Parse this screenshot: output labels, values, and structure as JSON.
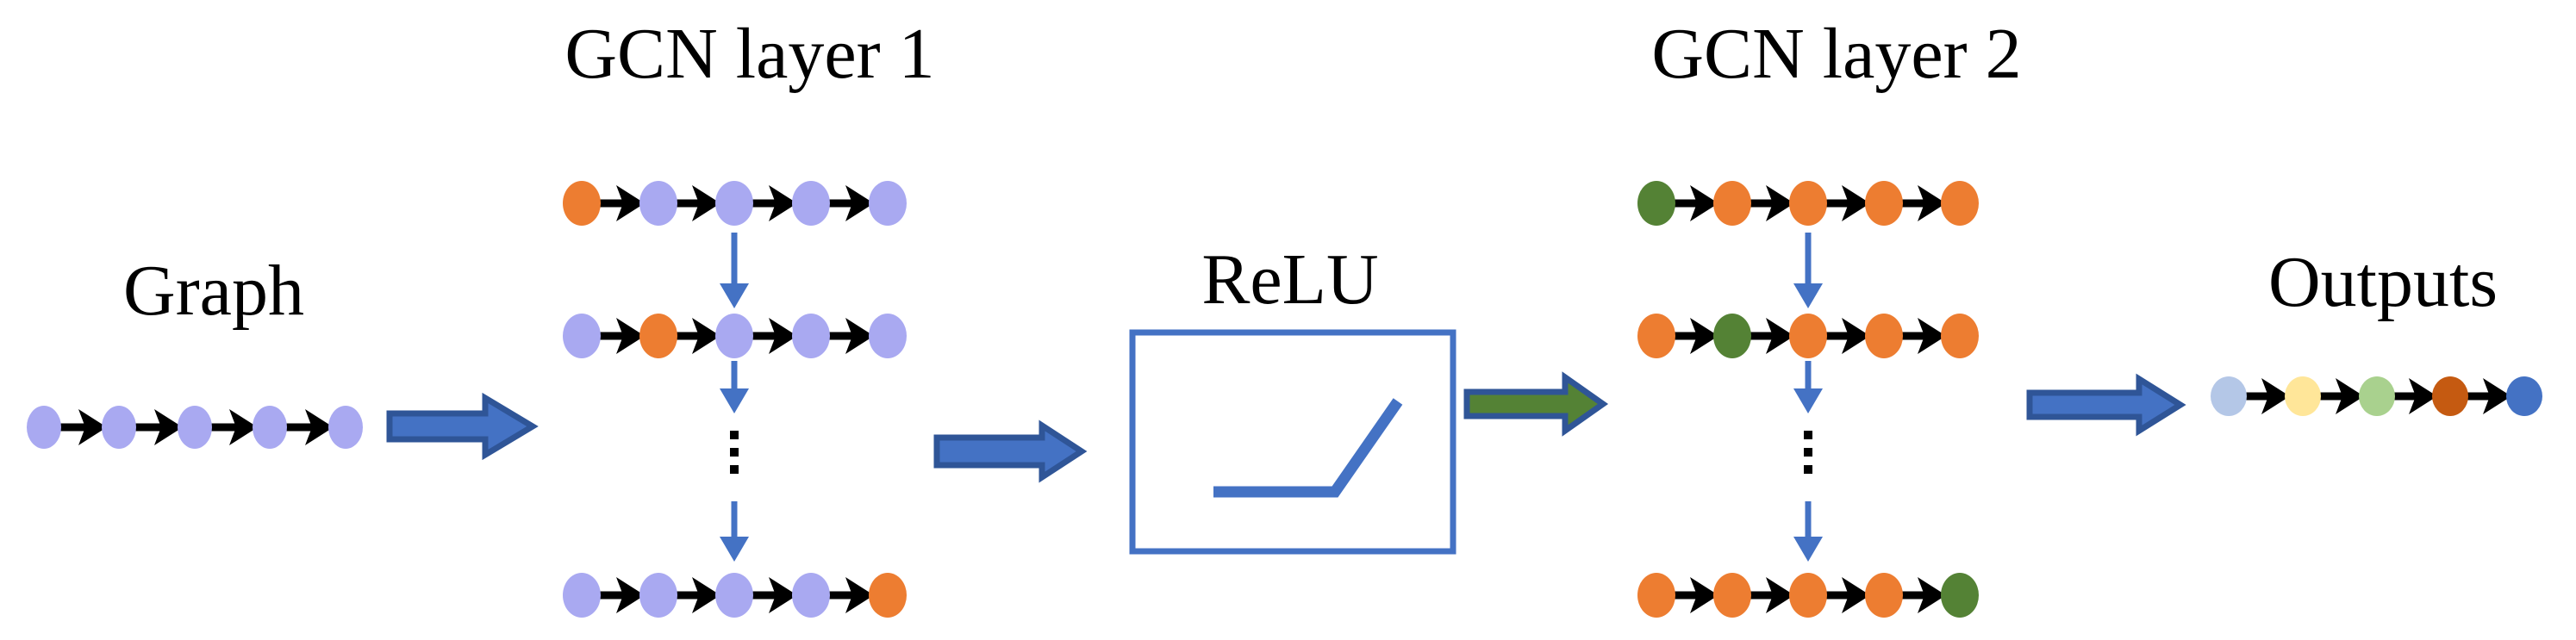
{
  "figure": {
    "description_visible_text_only": "",
    "labels": {
      "graph": "Graph",
      "gcn_layer_1": "GCN layer 1",
      "relu": "ReLU",
      "gcn_layer_2": "GCN layer 2",
      "outputs": "Outputs"
    }
  },
  "labels": {
    "graph": "Graph",
    "gcn_layer_1": "GCN layer 1",
    "relu": "ReLU",
    "gcn_layer_2": "GCN layer 2",
    "outputs": "Outputs"
  },
  "colors": {
    "lavender": "#a9a9f1",
    "orange": "#ed7d31",
    "green": "#548235",
    "connector_black": "#000000",
    "vertical_arrow_blue": "#4472c4",
    "arrow_blue_fill": "#4472c4",
    "arrow_blue_border": "#2f5597",
    "arrow_green_fill": "#548235",
    "relu_box_border": "#4472c4",
    "relu_curve": "#4472c4",
    "ellipsis_dot": "#000000",
    "out_blue_light": "#b4c7e7",
    "out_yellow": "#ffe699",
    "out_green_light": "#a9d18e",
    "out_rust": "#c55a11",
    "out_blue": "#4472c4"
  },
  "diagram": {
    "input_chain": [
      "lavender",
      "lavender",
      "lavender",
      "lavender",
      "lavender"
    ],
    "layer1_rows": [
      [
        "orange",
        "lavender",
        "lavender",
        "lavender",
        "lavender"
      ],
      [
        "lavender",
        "orange",
        "lavender",
        "lavender",
        "lavender"
      ],
      [
        "lavender",
        "lavender",
        "lavender",
        "lavender",
        "orange"
      ]
    ],
    "layer2_rows": [
      [
        "green",
        "orange",
        "orange",
        "orange",
        "orange"
      ],
      [
        "orange",
        "green",
        "orange",
        "orange",
        "orange"
      ],
      [
        "orange",
        "orange",
        "orange",
        "orange",
        "green"
      ]
    ],
    "output_chain": [
      "out_blue_light",
      "out_yellow",
      "out_green_light",
      "out_rust",
      "out_blue"
    ],
    "layer1_has_ellipsis": true,
    "layer2_has_ellipsis": true
  }
}
